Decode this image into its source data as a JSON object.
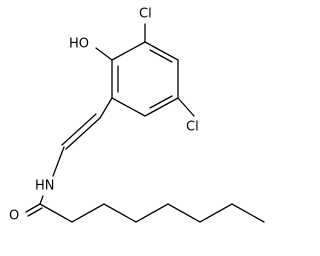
{
  "structure": {
    "atoms": {
      "hydroxyl": "HO",
      "chlorine_top": "Cl",
      "chlorine_right": "Cl",
      "amide_nh": "HN",
      "carbonyl_oxygen": "O"
    },
    "colors": {
      "bond": "#000000",
      "label": "#000000",
      "background": "#ffffff"
    }
  }
}
